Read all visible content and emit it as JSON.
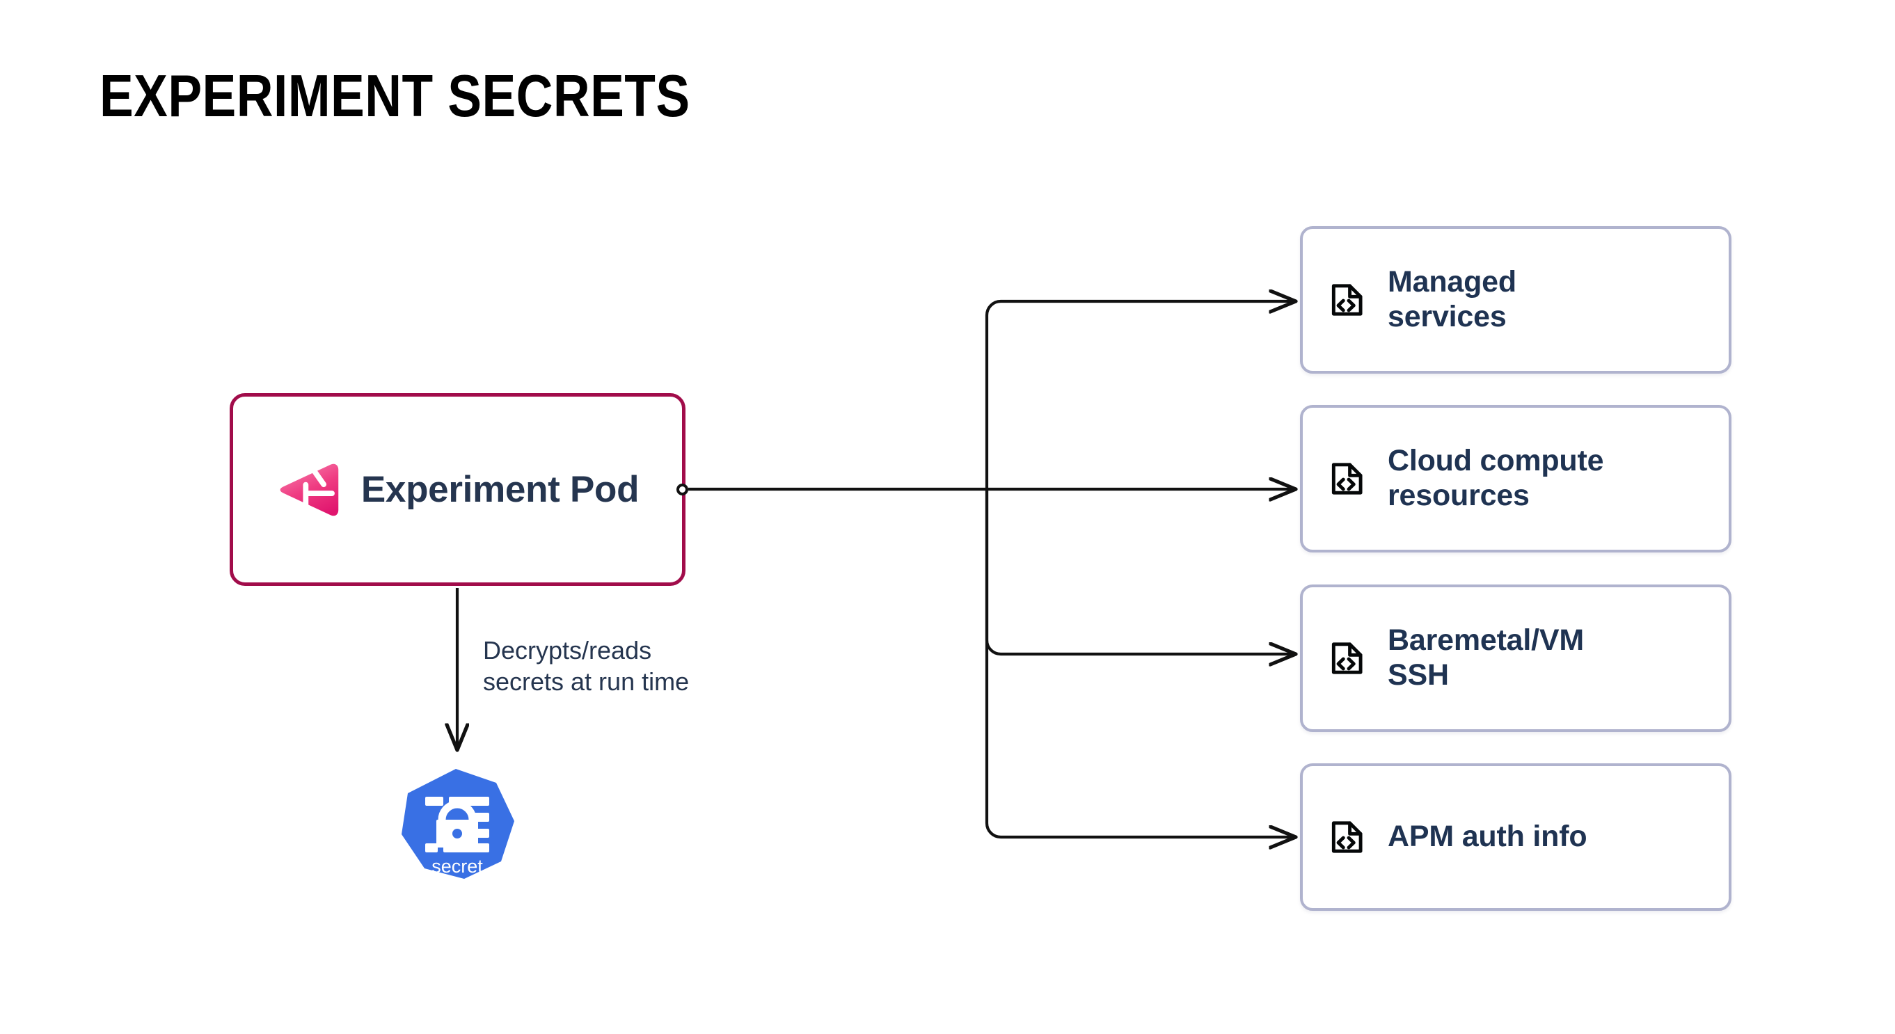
{
  "page": {
    "title": "EXPERIMENT SECRETS",
    "background_color": "#ffffff"
  },
  "colors": {
    "pod_border": "#A10C4A",
    "pod_text": "#25354F",
    "card_border": "#B0B3CE",
    "card_text": "#1F3352",
    "connector_line": "#111111",
    "k8s_blue": "#3970E4",
    "logo_pink_light": "#F56FA1",
    "logo_pink_dark": "#E51E75"
  },
  "source_node": {
    "label": "Experiment Pod",
    "logo_icon": "experiment-pod-logo-icon",
    "connector_icon": "connector-dot-icon"
  },
  "secret_flow": {
    "edge_label": "Decrypts/reads\nsecrets at run time",
    "edge_label_line1": "Decrypts/reads",
    "edge_label_line2": "secrets at run time",
    "arrow_icon": "down-arrow-icon",
    "target": {
      "label": "secret",
      "icon": "kubernetes-secret-icon"
    }
  },
  "targets": [
    {
      "label": "Managed services",
      "label_line1": "Managed",
      "label_line2": "services",
      "icon": "file-code-icon"
    },
    {
      "label": "Cloud compute resources",
      "label_line1": "Cloud compute",
      "label_line2": "resources",
      "icon": "file-code-icon"
    },
    {
      "label": "Baremetal/VM SSH",
      "label_line1": "Baremetal/VM",
      "label_line2": "SSH",
      "icon": "file-code-icon"
    },
    {
      "label": "APM auth info",
      "label_line1": "APM auth info",
      "label_line2": "",
      "icon": "file-code-icon"
    }
  ]
}
